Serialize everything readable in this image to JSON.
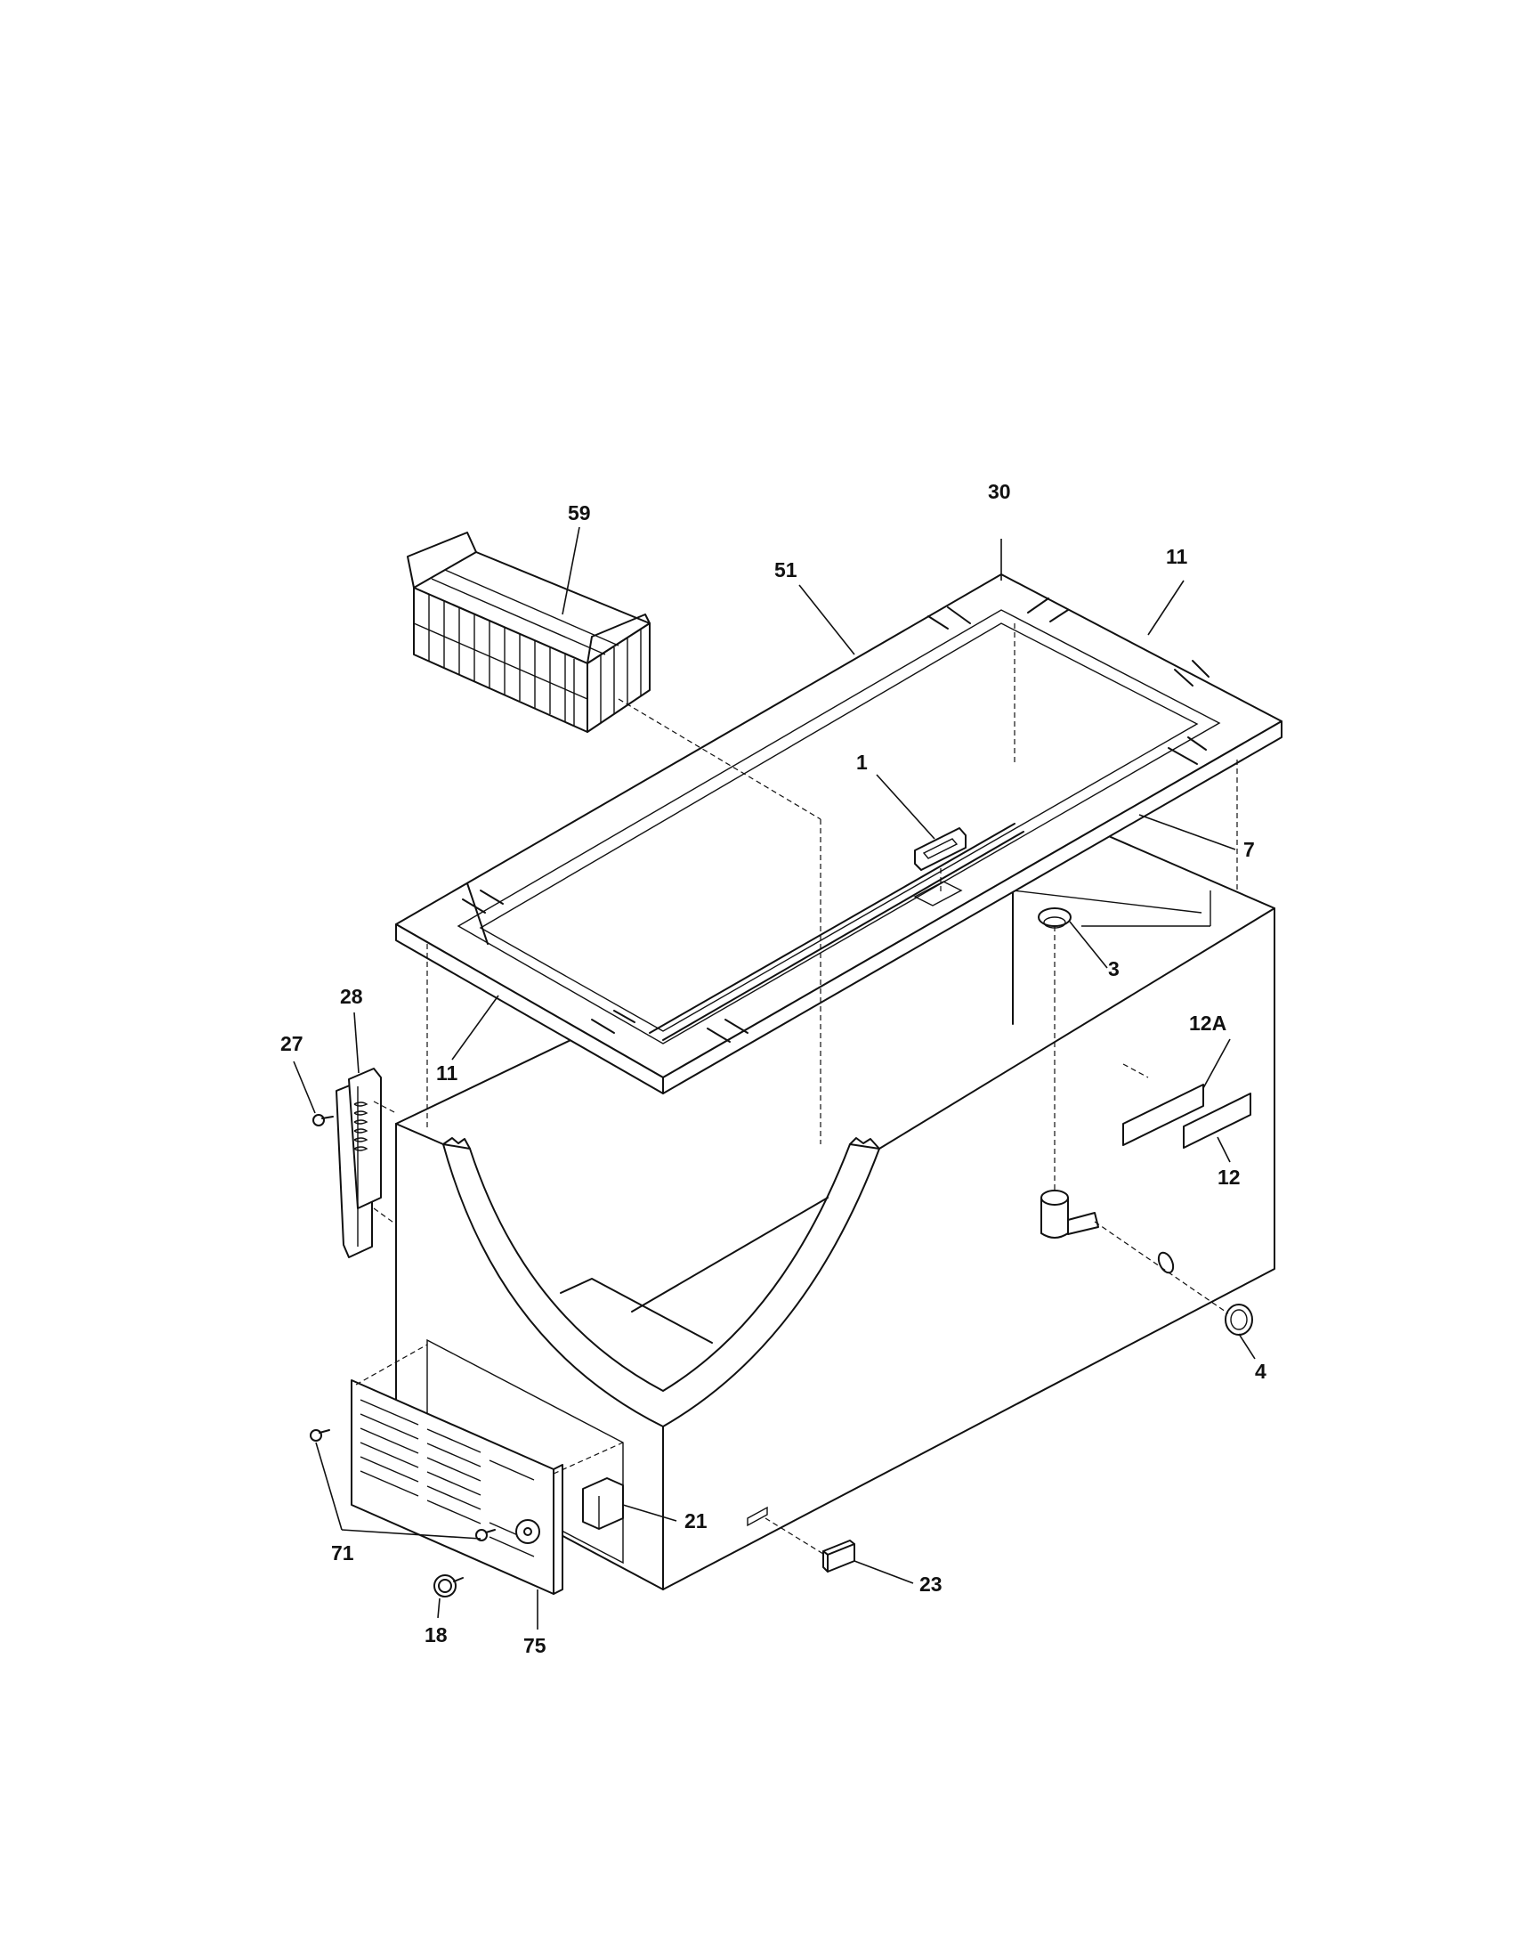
{
  "callouts": {
    "c1": "1",
    "c3": "3",
    "c4": "4",
    "c7": "7",
    "c11a": "11",
    "c11b": "11",
    "c12": "12",
    "c12a": "12A",
    "c18": "18",
    "c21": "21",
    "c23": "23",
    "c27": "27",
    "c28": "28",
    "c30": "30",
    "c51": "51",
    "c59": "59",
    "c71": "71",
    "c75": "75"
  }
}
